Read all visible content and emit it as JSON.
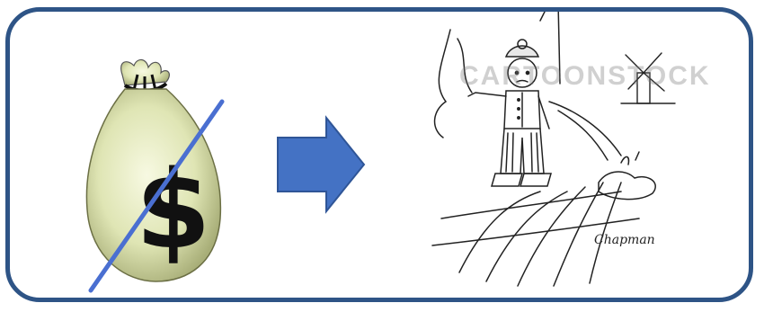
{
  "slide": {
    "frame_color": "#2e5486",
    "left_image": {
      "description_icon": "money-bag-icon",
      "symbol": "$",
      "strike_color": "#4a6fd1",
      "bag_color": "#dfe5b4"
    },
    "arrow": {
      "icon": "right-arrow-icon",
      "fill_color": "#4472c4",
      "stroke_color": "#2f5597"
    },
    "right_image": {
      "icon": "dutch-boy-dike-cartoon",
      "watermark": "CARTOONSTOCK",
      "signature": "Chapman"
    }
  }
}
